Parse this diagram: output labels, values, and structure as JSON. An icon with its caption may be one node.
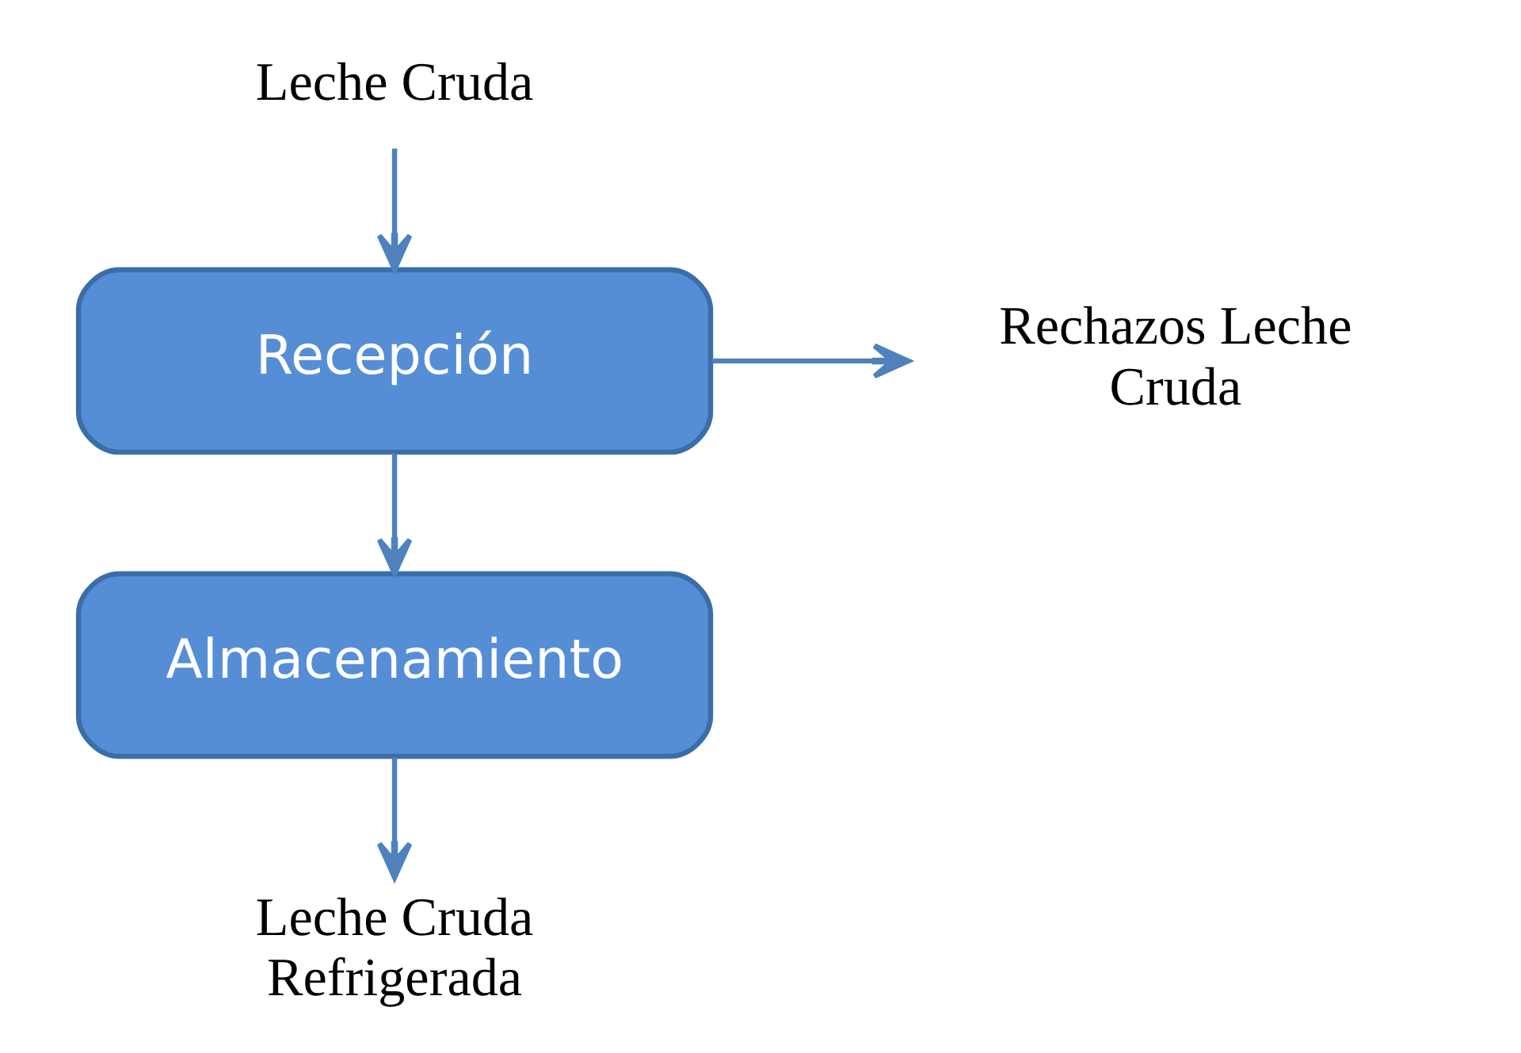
{
  "diagram": {
    "nodes": [
      {
        "text": [
          "Leche Cruda"
        ]
      },
      {
        "text": [
          "Recepción"
        ]
      },
      {
        "text": [
          "Rechazos Leche Cruda"
        ]
      },
      {
        "text": [
          "Almacenamiento"
        ]
      },
      {
        "text": [
          "Leche Cruda Refrigerada"
        ]
      }
    ],
    "edges": [
      {
        "from": 0,
        "to": 1,
        "arrow": "to"
      },
      {
        "from": 1,
        "to": 2,
        "arrow": "to"
      },
      {
        "from": 1,
        "to": 3,
        "arrow": "to"
      },
      {
        "from": 3,
        "to": 4,
        "arrow": "to"
      }
    ]
  }
}
